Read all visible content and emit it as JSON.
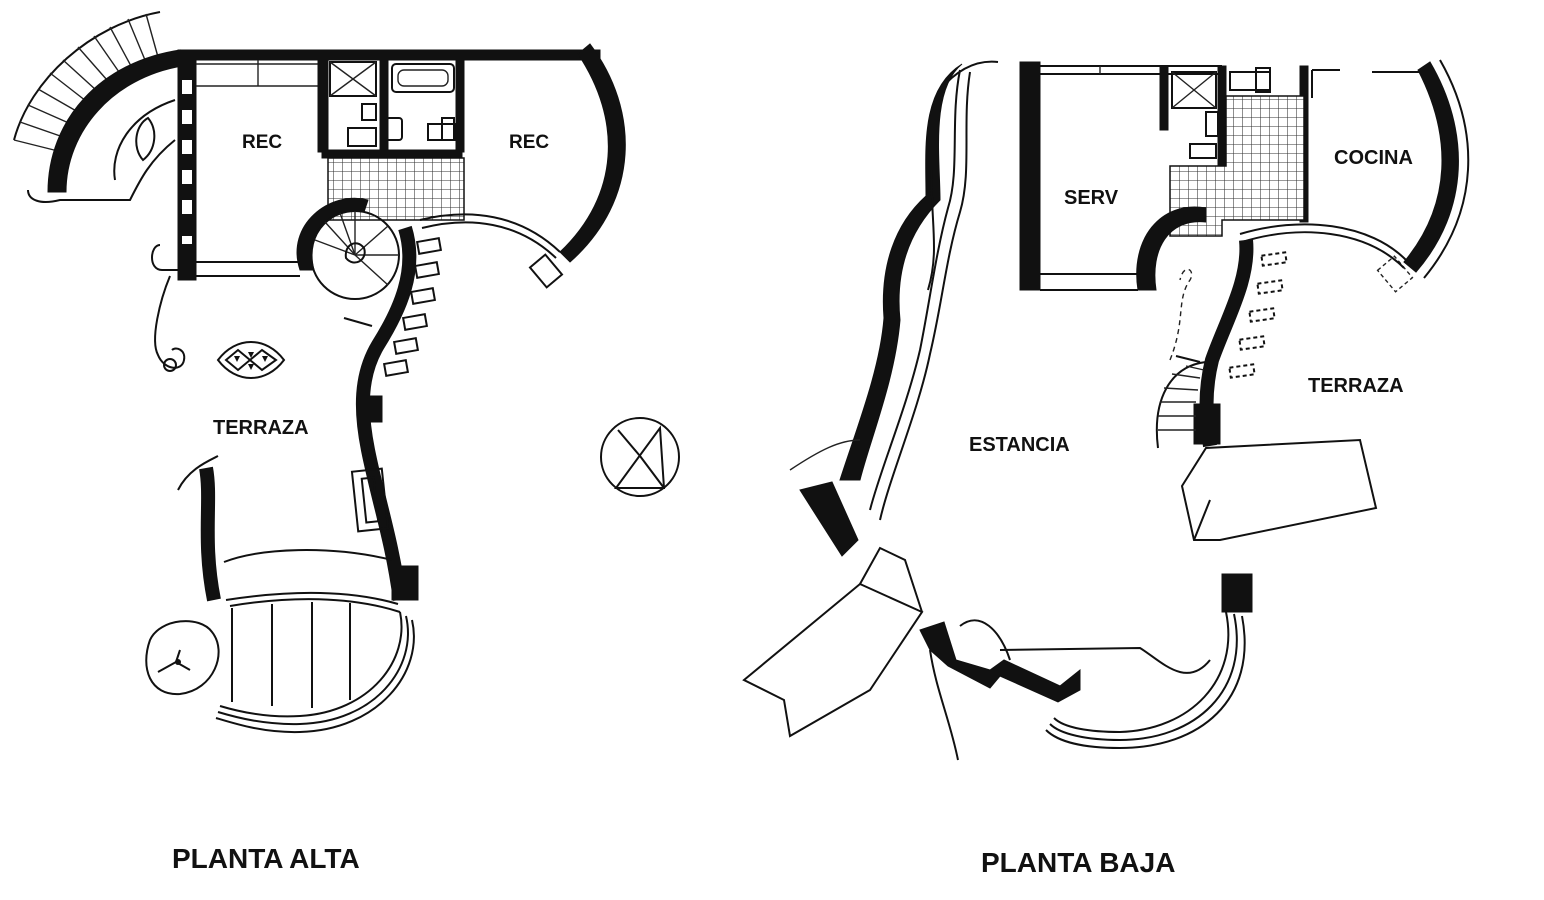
{
  "upper_plan": {
    "title": "PLANTA ALTA",
    "rooms": {
      "bedroom_left": "REC",
      "bedroom_right": "REC",
      "terrace": "TERRAZA"
    }
  },
  "ground_plan": {
    "title": "PLANTA BAJA",
    "rooms": {
      "service": "SERV",
      "kitchen": "COCINA",
      "living": "ESTANCIA",
      "terrace": "TERRAZA"
    }
  },
  "colors": {
    "ink": "#111111",
    "paper": "#ffffff",
    "tile": "#333333"
  },
  "symbols": [
    "north-arrow-icon",
    "spiral-stair-icon",
    "fountain-icon",
    "tree-icon"
  ]
}
